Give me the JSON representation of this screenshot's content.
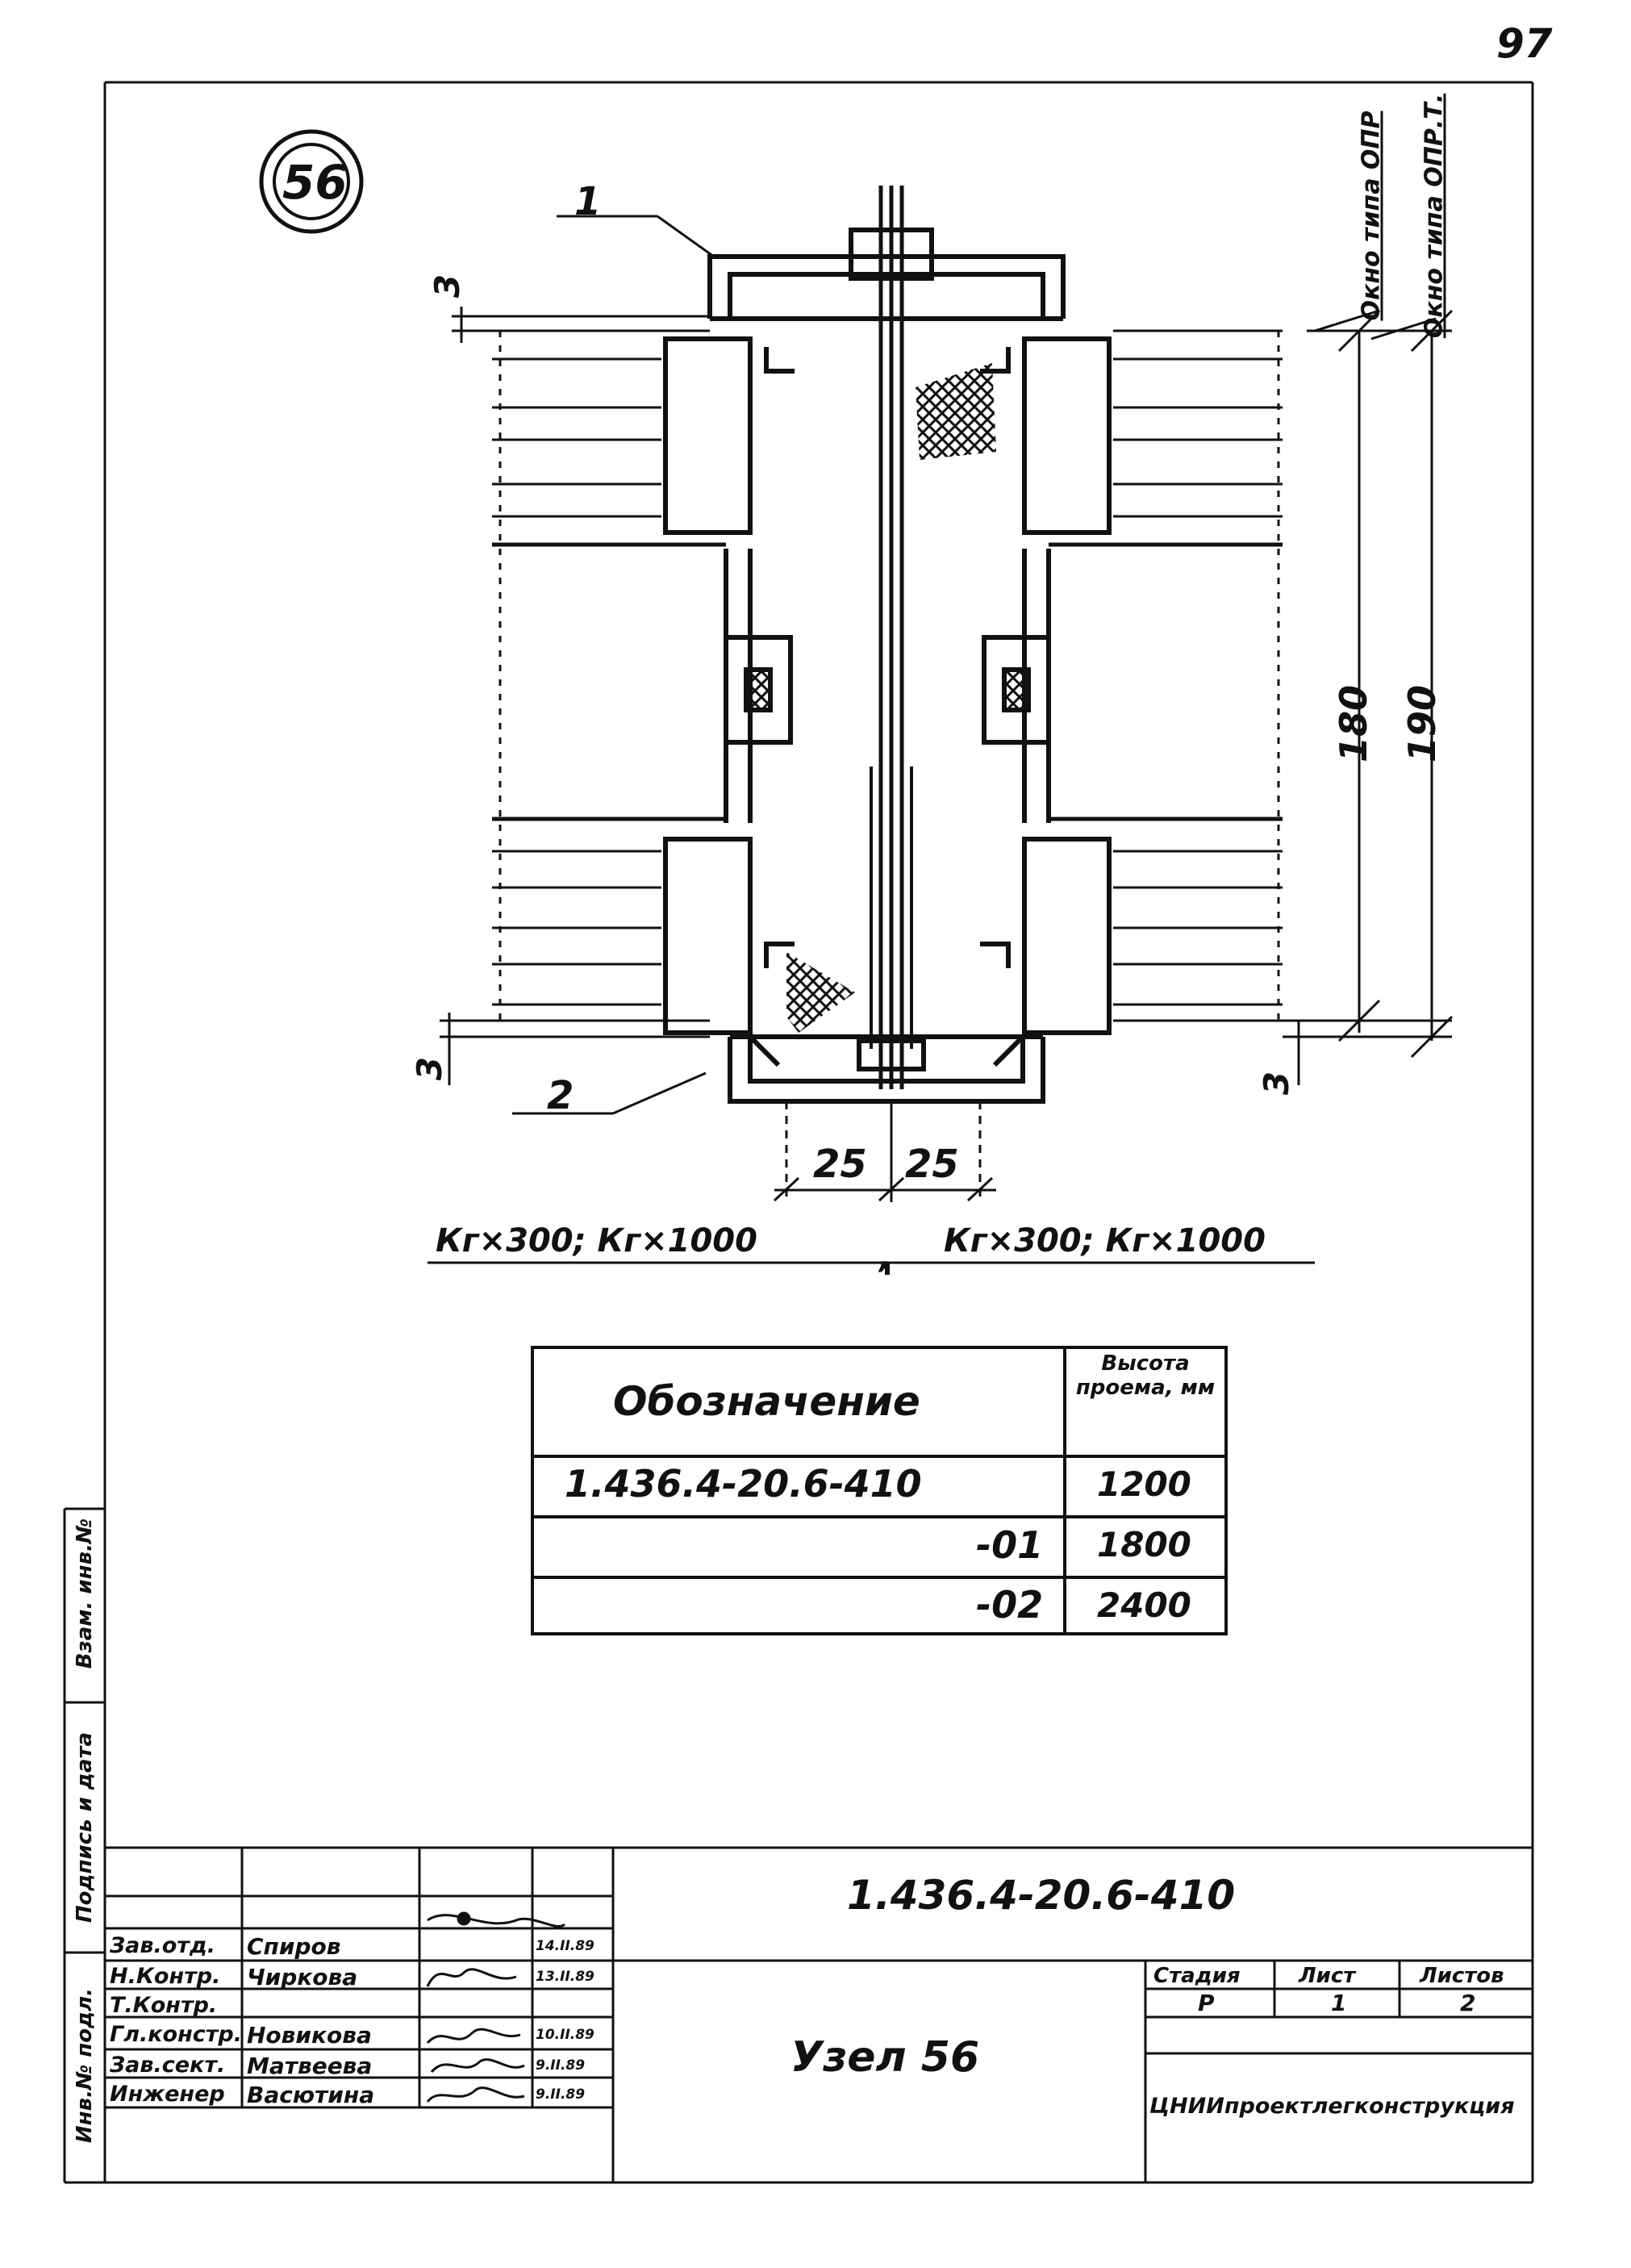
{
  "page_number": "97",
  "node_number": "56",
  "leaders": {
    "item1": "1",
    "item2": "2"
  },
  "side_labels": {
    "window_type_1": "Окно типа ОПР",
    "window_type_2": "Окно типа ОПР.Т."
  },
  "dimensions": {
    "gap_top": "3",
    "gap_bottom_left": "3",
    "gap_bottom_right": "3",
    "height_inner": "180",
    "height_outer": "190",
    "half_width_left": "25",
    "half_width_right": "25"
  },
  "section_labels": {
    "left": "Кг×300; Кг×1000",
    "separator": ",",
    "right": "Кг×300; Кг×1000"
  },
  "spec_table": {
    "header_designation": "Обозначение",
    "header_height": "Высота проема, мм",
    "rows": [
      {
        "designation": "1.436.4-20.6-410",
        "height": "1200"
      },
      {
        "designation": "-01",
        "height": "1800"
      },
      {
        "designation": "-02",
        "height": "2400"
      }
    ]
  },
  "left_margin": {
    "field_1": "Взам. инв.№",
    "field_2": "Подпись и дата",
    "field_3": "Инв.№ подл."
  },
  "title_block": {
    "document_code": "1.436.4-20.6-410",
    "title": "Узел 56",
    "organization": "ЦНИИпроектлегконструкция",
    "stage_label": "Стадия",
    "stage_value": "Р",
    "sheet_label": "Лист",
    "sheet_value": "1",
    "sheets_label": "Листов",
    "sheets_value": "2",
    "signers": [
      {
        "role": "Зав.отд.",
        "name": "Спиров",
        "date": "14.II.89"
      },
      {
        "role": "Н.Контр.",
        "name": "Чиркова",
        "date": "13.II.89"
      },
      {
        "role": "Т.Контр.",
        "name": "",
        "date": ""
      },
      {
        "role": "Гл.констр.",
        "name": "Новикова",
        "date": "10.II.89"
      },
      {
        "role": "Зав.сект.",
        "name": "Матвеева",
        "date": "9.II.89"
      },
      {
        "role": "Инженер",
        "name": "Васютина",
        "date": "9.II.89"
      }
    ]
  }
}
